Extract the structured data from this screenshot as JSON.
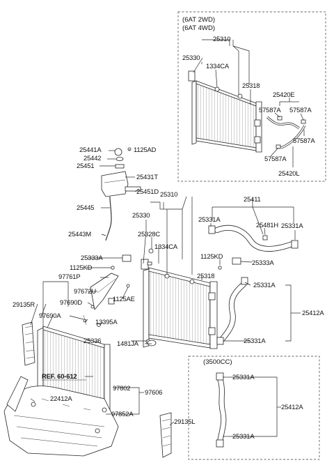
{
  "labels": {
    "box1_header_a": "(6AT 2WD)",
    "box1_header_b": "(6AT 4WD)",
    "box2_header": "(3500CC)",
    "p25310_top": "25310",
    "p25330_top": "25330",
    "p1334CA_top": "1334CA",
    "p25318_top": "25318",
    "p25420E": "25420E",
    "p57587A_1": "57587A",
    "p57587A_2": "57587A",
    "p57587A_3": "57587A",
    "p57587A_4": "57587A",
    "p25420L": "25420L",
    "p25441A": "25441A",
    "p1125AD": "1125AD",
    "p25442": "25442",
    "p25451": "25451",
    "p25431T": "25431T",
    "p25451D": "25451D",
    "p25310_mid": "25310",
    "p25411": "25411",
    "p25445": "25445",
    "p25330_mid": "25330",
    "p25331A_1": "25331A",
    "p25481H": "25481H",
    "p25331A_2": "25331A",
    "p25443M": "25443M",
    "p25328C": "25328C",
    "p1334CA_mid": "1334CA",
    "p1125KD_right": "1125KD",
    "p25333A_left": "25333A",
    "p25333A_right": "25333A",
    "p1125KD_left": "1125KD",
    "p97761P": "97761P",
    "p25318_mid": "25318",
    "p25331A_3": "25331A",
    "p97672U": "97672U",
    "p1125AE": "1125AE",
    "p29135R": "29135R",
    "p97690D": "97690D",
    "p25412A_mid": "25412A",
    "p97690A": "97690A",
    "p13395A": "13395A",
    "p25336": "25336",
    "p1481JA": "1481JA",
    "p25331A_4": "25331A",
    "ref": "REF. 60-612",
    "p97802": "97802",
    "p97606": "97606",
    "p22412A": "22412A",
    "p25331A_5": "25331A",
    "p25412A_low": "25412A",
    "p97852A": "97852A",
    "p29135L": "29135L",
    "p25331A_6": "25331A"
  }
}
